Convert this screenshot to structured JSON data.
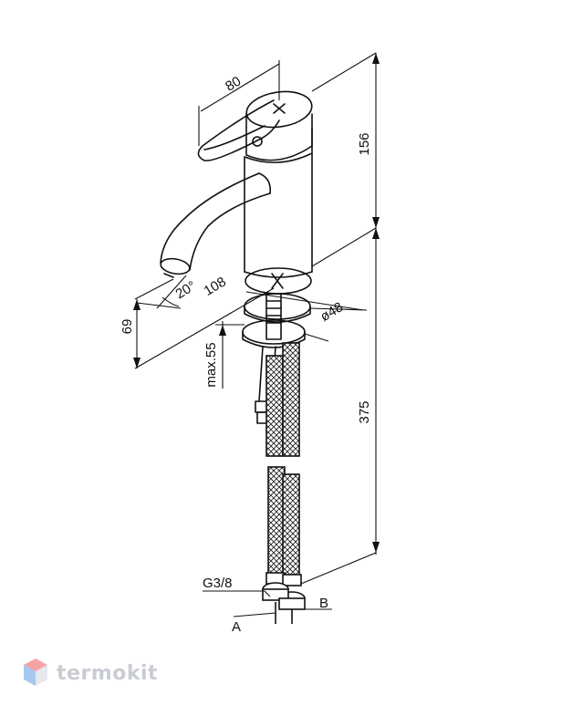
{
  "dimensions": {
    "width_top": "80",
    "height_upper": "156",
    "spout_reach": "108",
    "angle": "20°",
    "spout_height": "69",
    "diameter": "ø48",
    "max_thickness": "max.55",
    "height_lower": "375"
  },
  "labels": {
    "thread": "G3/8",
    "port_a": "A",
    "port_b": "B"
  },
  "logo": {
    "text": "termokit",
    "colors": {
      "top": "#f3a3a3",
      "left": "#a8c8ee",
      "right": "#e6e8ee"
    }
  }
}
